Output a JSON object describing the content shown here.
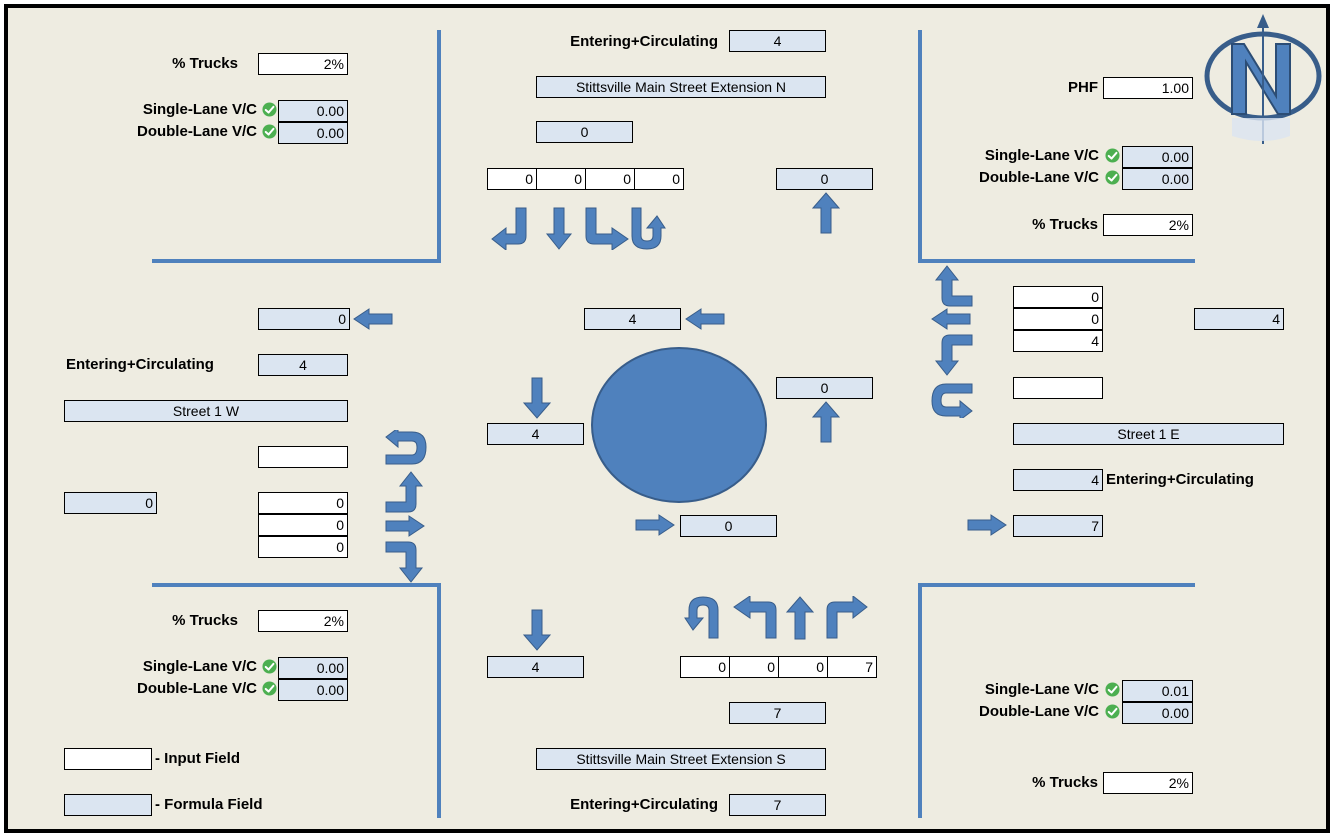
{
  "colors": {
    "background": "#eeece1",
    "line": "#4f81bd",
    "arrow": "#4f81bd",
    "formula_fill": "#dbe5f1",
    "input_fill": "#ffffff",
    "roundabout": "#4f81bd",
    "check": "#4caf50"
  },
  "north": {
    "entering_label": "Entering+Circulating",
    "entering_value": "4",
    "street_name": "Stittsville Main Street Extension N",
    "total": "0",
    "volumes": [
      "0",
      "0",
      "0",
      "0"
    ],
    "exit_value": "0"
  },
  "south": {
    "entering_label": "Entering+Circulating",
    "entering_value": "7",
    "street_name": "Stittsville Main Street Extension S",
    "total": "7",
    "volumes": [
      "0",
      "0",
      "0",
      "7"
    ],
    "exit_value": "4"
  },
  "west": {
    "entering_label": "Entering+Circulating",
    "entering_value": "4",
    "street_name": "Street 1 W",
    "exit_value": "0",
    "total": "0",
    "blank": "",
    "volumes": [
      "0",
      "0",
      "0"
    ]
  },
  "east": {
    "entering_label": "Entering+Circulating",
    "entering_value": "4",
    "street_name": "Street 1 E",
    "total": "4",
    "volumes": [
      "0",
      "0",
      "4"
    ],
    "blank": "",
    "exit_value": "7"
  },
  "center": {
    "top": "4",
    "right": "0",
    "left": "4",
    "bottom": "0"
  },
  "nw": {
    "trucks_label": "% Trucks",
    "trucks_value": "2%",
    "single_label": "Single-Lane V/C",
    "single_value": "0.00",
    "double_label": "Double-Lane V/C",
    "double_value": "0.00"
  },
  "ne": {
    "phf_label": "PHF",
    "phf_value": "1.00",
    "single_label": "Single-Lane V/C",
    "single_value": "0.00",
    "double_label": "Double-Lane V/C",
    "double_value": "0.00",
    "trucks_label": "% Trucks",
    "trucks_value": "2%"
  },
  "sw": {
    "trucks_label": "% Trucks",
    "trucks_value": "2%",
    "single_label": "Single-Lane V/C",
    "single_value": "0.00",
    "double_label": "Double-Lane V/C",
    "double_value": "0.00"
  },
  "se": {
    "single_label": "Single-Lane V/C",
    "single_value": "0.01",
    "double_label": "Double-Lane V/C",
    "double_value": "0.00",
    "trucks_label": "% Trucks",
    "trucks_value": "2%"
  },
  "legend": {
    "input_label": "- Input Field",
    "formula_label": "- Formula Field"
  },
  "icons": {
    "compass": "north-compass-icon",
    "check": "check-icon",
    "arrow": "direction-arrow-icon"
  }
}
